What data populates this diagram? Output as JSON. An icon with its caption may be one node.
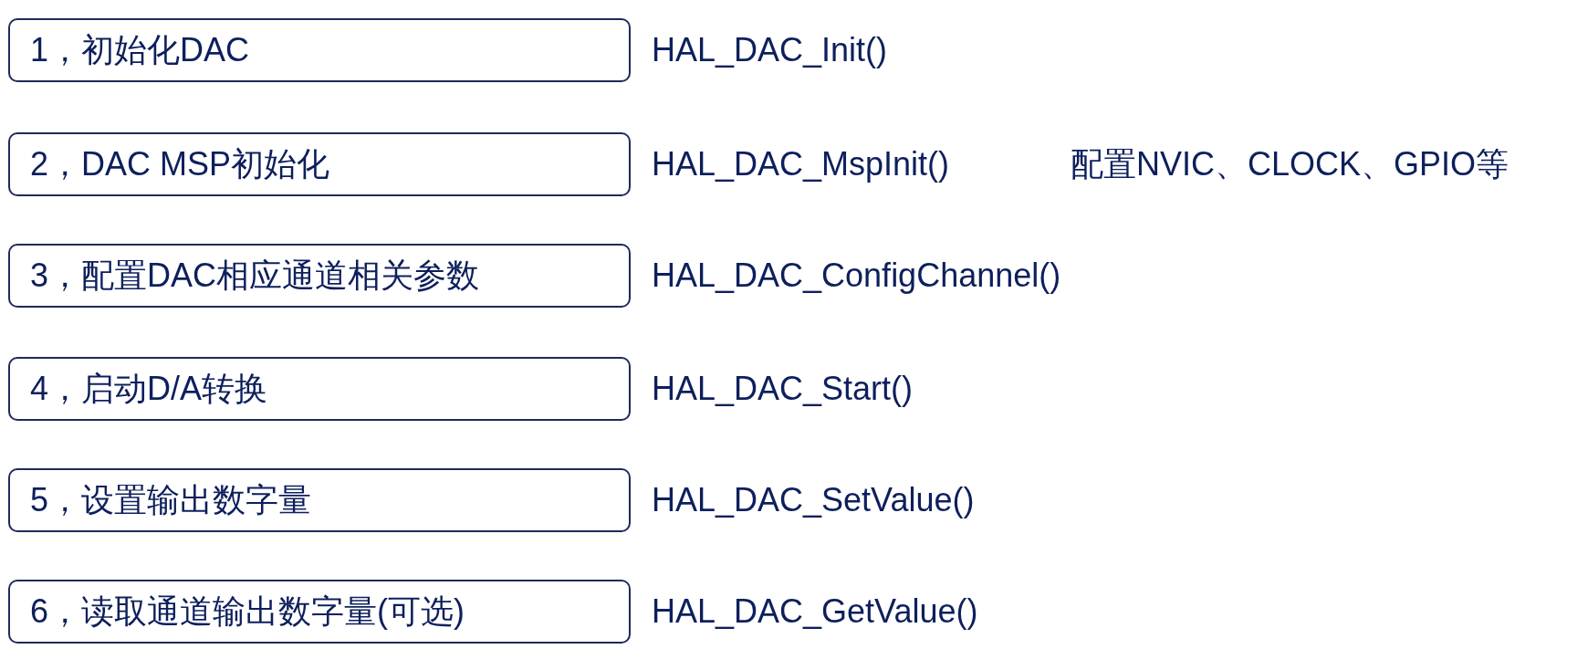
{
  "diagram": {
    "nodes": [
      {
        "text": [
          "1，初始化DAC"
        ],
        "beside": [
          "HAL_DAC_Init()"
        ]
      },
      {
        "text": [
          "2，DAC MSP初始化"
        ],
        "beside": [
          "HAL_DAC_MspInit()",
          "配置NVIC、CLOCK、GPIO等"
        ]
      },
      {
        "text": [
          "3，配置DAC相应通道相关参数"
        ],
        "beside": [
          "HAL_DAC_ConfigChannel()"
        ]
      },
      {
        "text": [
          "4，启动D/A转换"
        ],
        "beside": [
          "HAL_DAC_Start()"
        ]
      },
      {
        "text": [
          "5，设置输出数字量"
        ],
        "beside": [
          "HAL_DAC_SetValue()"
        ]
      },
      {
        "text": [
          "6，读取通道输出数字量(可选)"
        ],
        "beside": [
          "HAL_DAC_GetValue()"
        ]
      }
    ]
  }
}
